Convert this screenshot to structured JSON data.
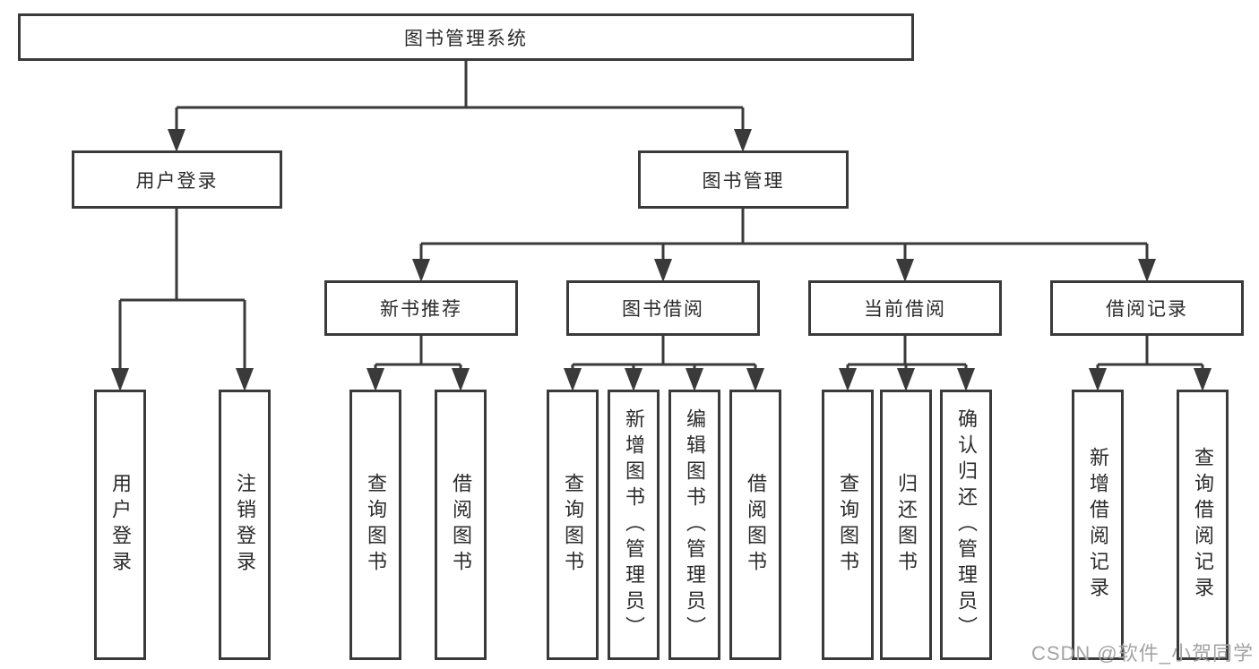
{
  "diagram": {
    "title": "图书管理系统",
    "tree": {
      "root": {
        "label": "图书管理系统"
      },
      "branches": [
        {
          "label": "用户登录",
          "children": [
            {
              "label": "用户登录"
            },
            {
              "label": "注销登录"
            }
          ]
        },
        {
          "label": "图书管理",
          "sections": [
            {
              "label": "新书推荐",
              "children": [
                {
                  "label": "查询图书"
                },
                {
                  "label": "借阅图书"
                }
              ]
            },
            {
              "label": "图书借阅",
              "children": [
                {
                  "label": "查询图书"
                },
                {
                  "label": "新增图书（管理员）"
                },
                {
                  "label": "编辑图书（管理员）"
                },
                {
                  "label": "借阅图书"
                }
              ]
            },
            {
              "label": "当前借阅",
              "children": [
                {
                  "label": "查询图书"
                },
                {
                  "label": "归还图书"
                },
                {
                  "label": "确认归还（管理员）"
                }
              ]
            },
            {
              "label": "借阅记录",
              "children": [
                {
                  "label": "新增借阅记录"
                },
                {
                  "label": "查询借阅记录"
                }
              ]
            }
          ]
        }
      ]
    },
    "colors": {
      "line": "#3a3a3a",
      "box_border": "#3a3a3a",
      "text": "#2b2b2b",
      "watermark": "#a3a3a3",
      "background": "#ffffff"
    }
  },
  "watermark": {
    "text": "CSDN @软件_小贺同学"
  }
}
